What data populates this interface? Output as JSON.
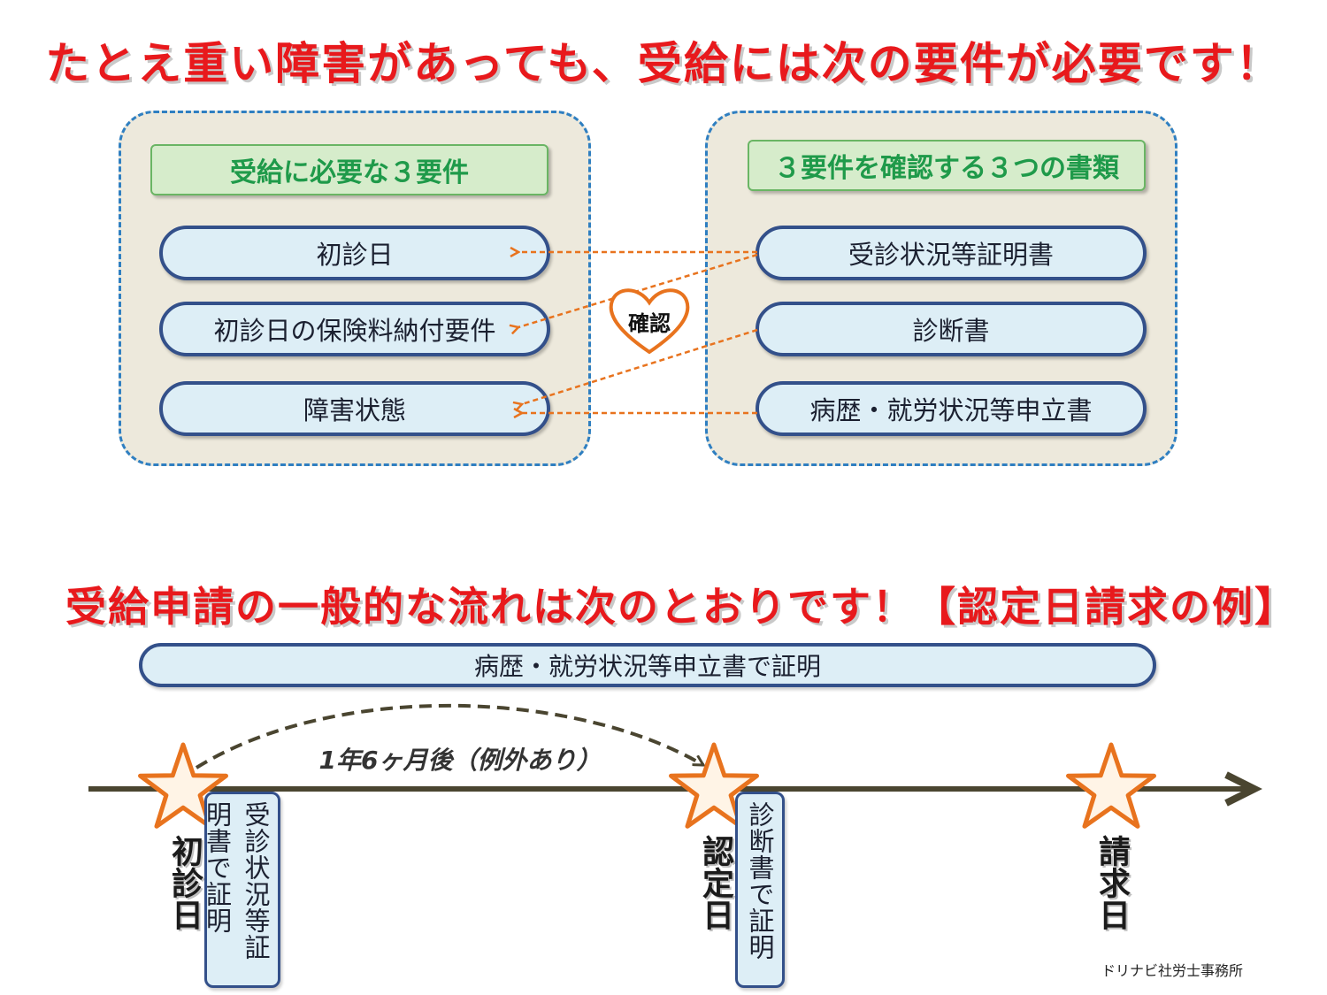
{
  "headline_top": "たとえ重い障害があっても、受給には次の要件が必要です！",
  "requirements": {
    "title": "受給に必要な３要件",
    "items": [
      "初診日",
      "初診日の保険料納付要件",
      "障害状態"
    ]
  },
  "documents": {
    "title": "３要件を確認する３つの書類",
    "items": [
      "受診状況等証明書",
      "診断書",
      "病歴・就労状況等申立書"
    ]
  },
  "confirm_label": "確認",
  "headline_bottom": "受給申請の一般的な流れは次のとおりです！【認定日請求の例】",
  "timeline": {
    "band": "病歴・就労状況等申立書で証明",
    "interval": "1年6ヶ月後（例外あり）",
    "milestones": [
      {
        "label": "初診日",
        "proof": "受診状況等証明書で証明"
      },
      {
        "label": "認定日",
        "proof": "診断書で証明"
      },
      {
        "label": "請求日"
      }
    ]
  },
  "credit": "ドリナビ社労士事務所",
  "colors": {
    "headline": "#e8191c",
    "panel_border": "#2f7fc1",
    "panel_bg": "#ede9dc",
    "header_text": "#1f9a4a",
    "arrow": "#e8731e",
    "timeline": "#4a4530",
    "star_fill": "#fff4e6",
    "star_stroke": "#e8731e"
  },
  "icons": [
    "heart-icon",
    "star-icon",
    "arrow-right-icon"
  ]
}
